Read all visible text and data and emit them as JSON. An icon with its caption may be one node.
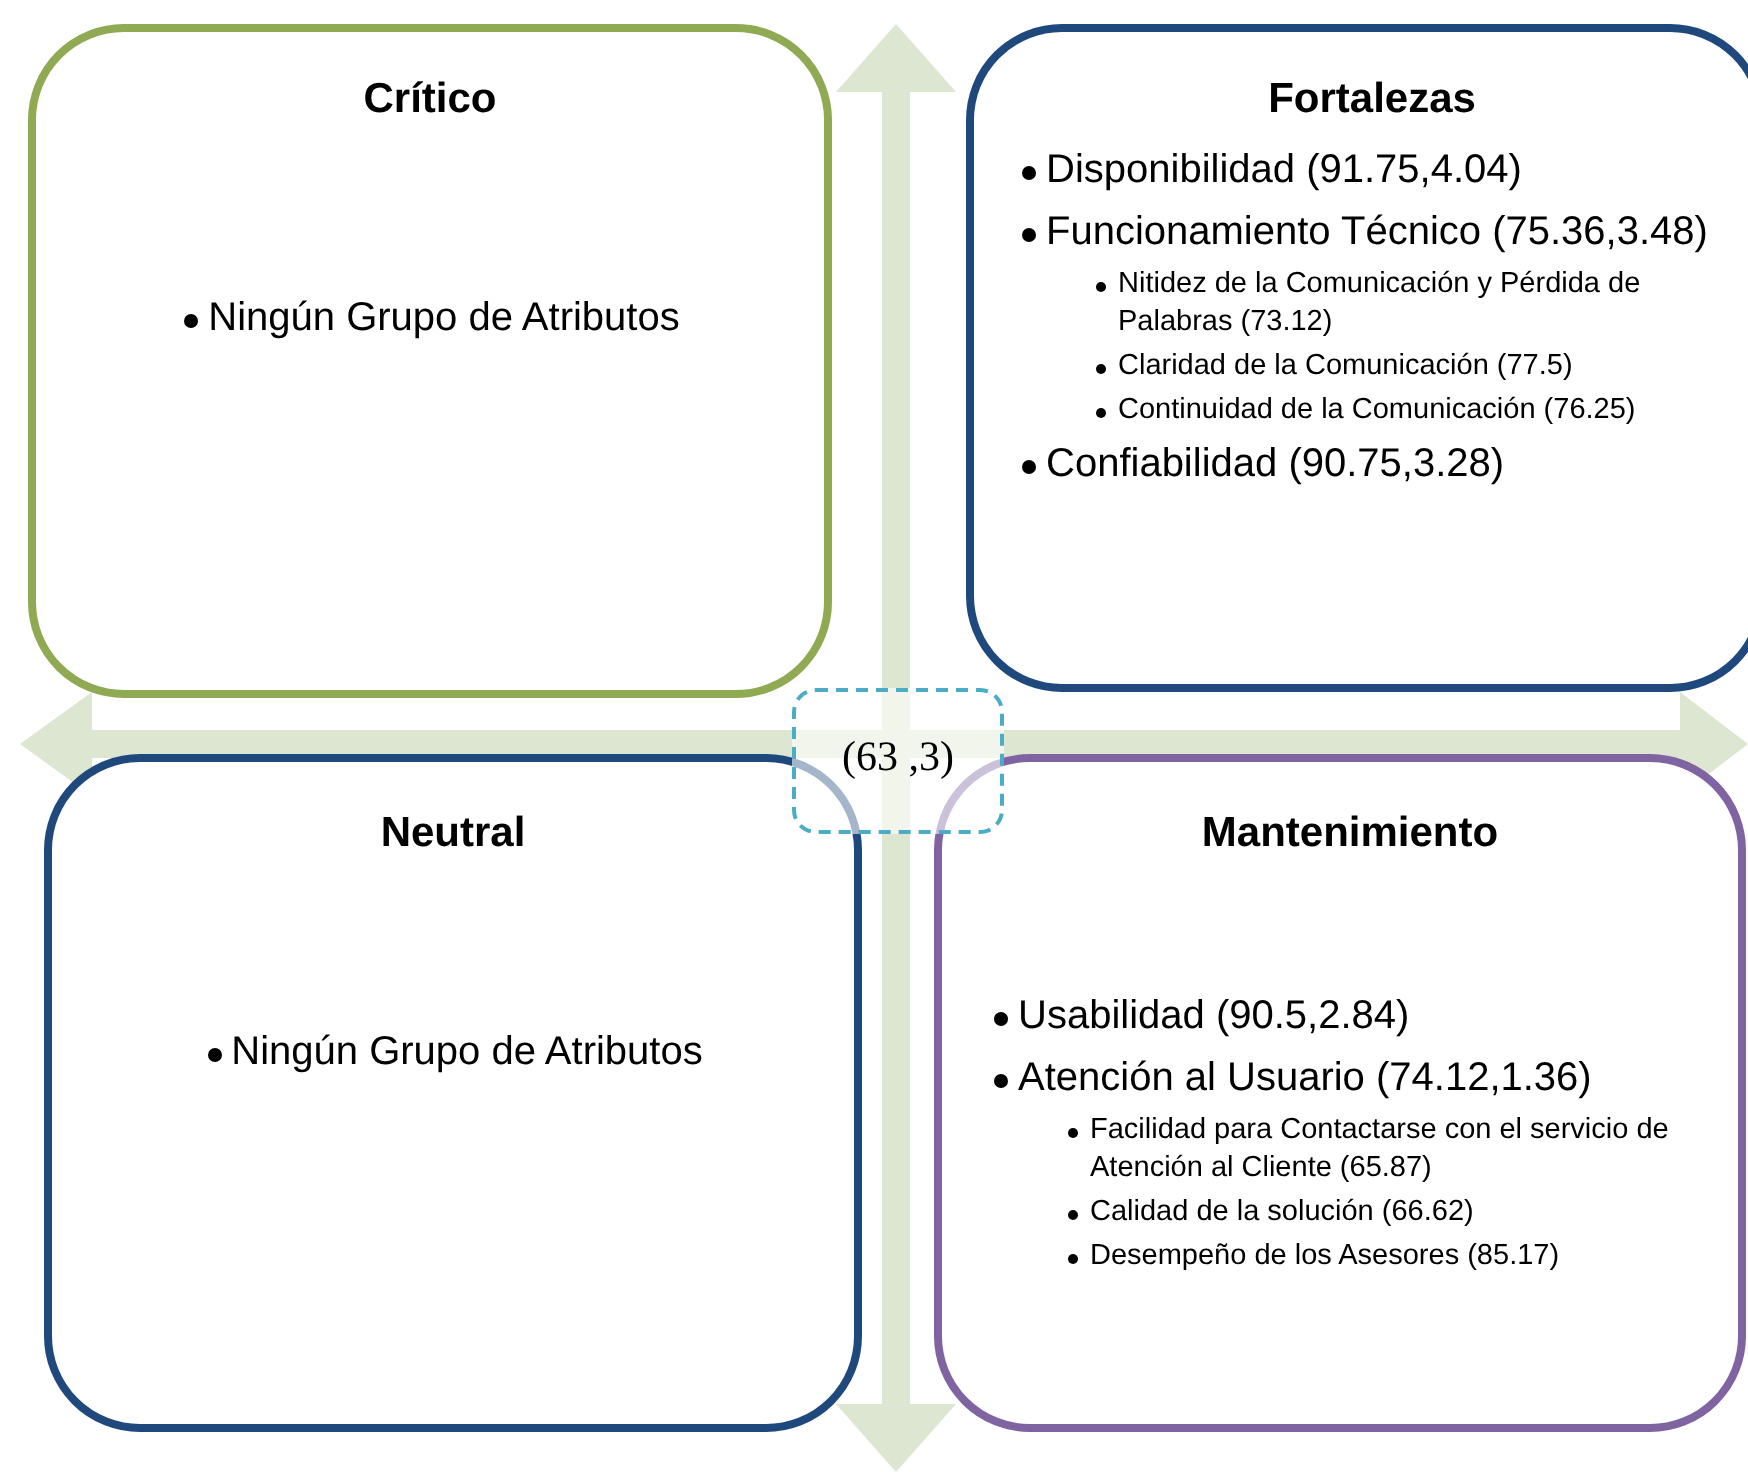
{
  "diagram": {
    "nodes": [
      {
        "text": [
          "Crítico",
          "Ningún Grupo de Atributos"
        ]
      },
      {
        "text": [
          "Fortalezas",
          "Disponibilidad (91.75,4.04)",
          "Funcionamiento Técnico (75.36,3.48)",
          "Nitidez de la Comunicación y Pérdida de Palabras (73.12)",
          "Claridad de la Comunicación (77.5)",
          "Continuidad de la Comunicación (76.25)",
          "Confiabilidad (90.75,3.28)"
        ]
      },
      {
        "text": [
          "Neutral",
          "Ningún Grupo de Atributos"
        ]
      },
      {
        "text": [
          "Mantenimiento",
          "Usabilidad (90.5,2.84)",
          "Atención al Usuario (74.12,1.36)",
          "Facilidad para Contactarse con el servicio de Atención al Cliente (65.87)",
          "Calidad de la solución (66.62)",
          "Desempeño de los Asesores (85.17)"
        ]
      },
      {
        "text": [
          "(63 ,3)"
        ]
      }
    ]
  }
}
